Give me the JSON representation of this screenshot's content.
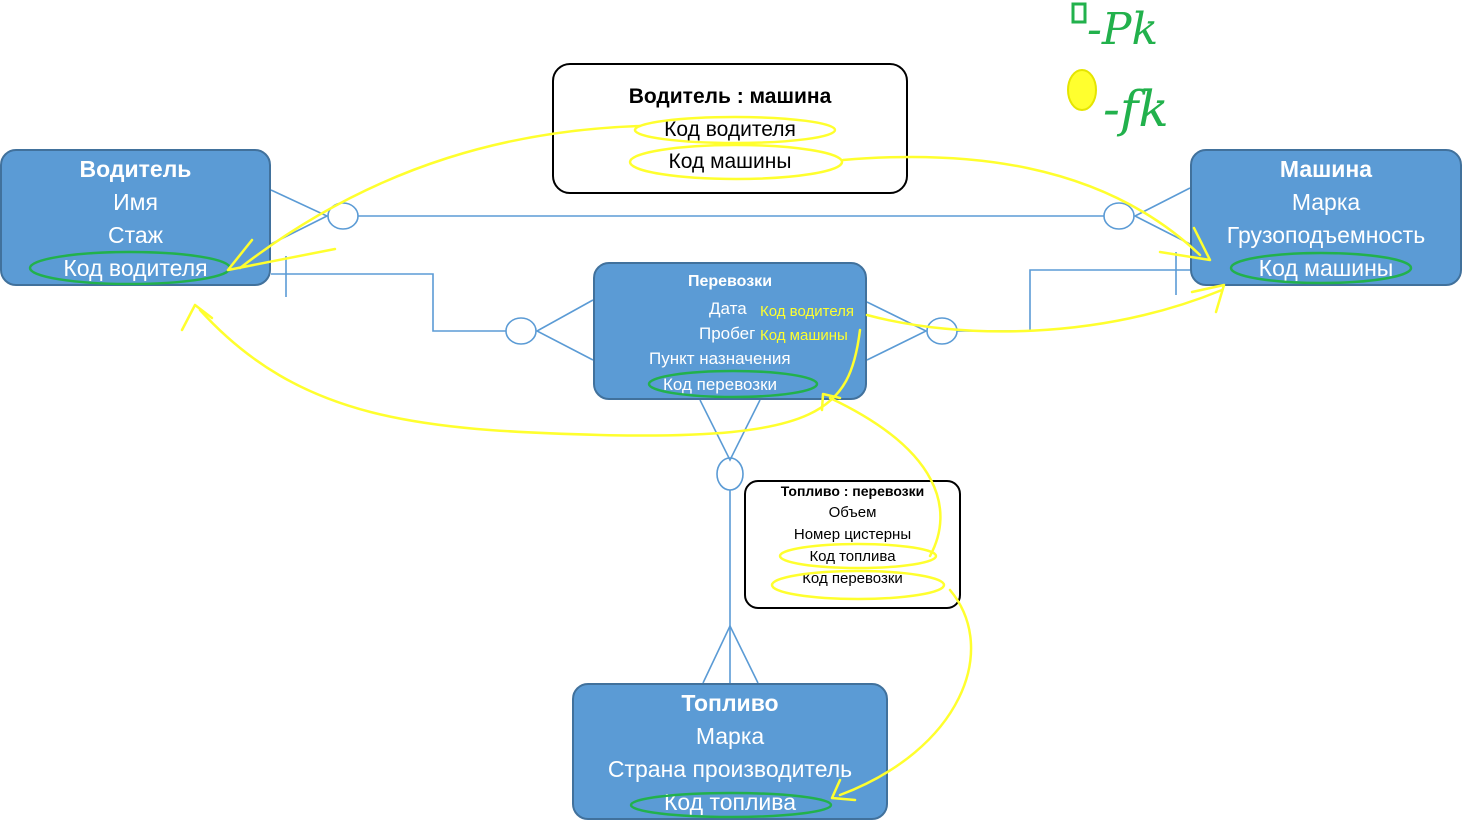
{
  "entities": {
    "driver": {
      "title": "Водитель",
      "fields": [
        "Имя",
        "Стаж",
        "Код водителя"
      ]
    },
    "car": {
      "title": "Машина",
      "fields": [
        "Марка",
        "Грузоподъемность",
        "Код машины"
      ]
    },
    "trip": {
      "title": "Перевозки",
      "fields": [
        "Дата",
        "Пробег",
        "Пункт назначения",
        "Код перевозки"
      ],
      "annotations": [
        "Код водителя",
        "Код машины"
      ]
    },
    "fuel": {
      "title": "Топливо",
      "fields": [
        "Марка",
        "Страна производитель",
        "Код топлива"
      ]
    }
  },
  "relations": {
    "driver_car": {
      "title": "Водитель : машина",
      "fields": [
        "Код водителя",
        "Код машины"
      ]
    },
    "fuel_trip": {
      "title": "Топливо : перевозки",
      "fields": [
        "Объем",
        "Номер цистерны",
        "Код топлива",
        "Код перевозки"
      ]
    }
  },
  "legend": {
    "pk": "-Pk",
    "fk": "-fk"
  },
  "colors": {
    "entity_fill": "#5b9bd5",
    "entity_border": "#41719c",
    "connector": "#5b9bd5",
    "annotation_yellow": "#ffff2e",
    "annotation_green": "#22b14c"
  }
}
